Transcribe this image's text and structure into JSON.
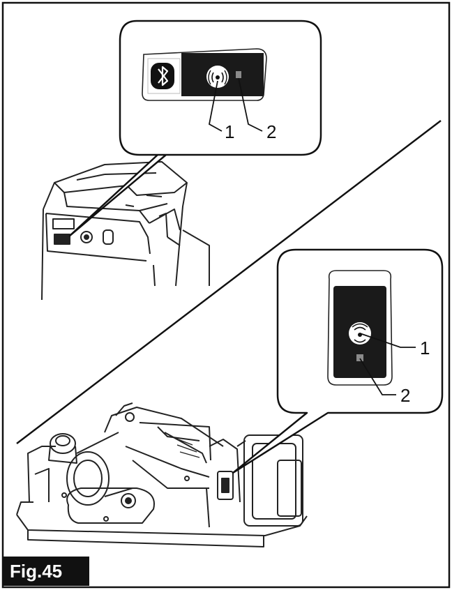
{
  "figure": {
    "label": "Fig.45",
    "top_callouts": [
      "1",
      "2"
    ],
    "bottom_callouts": [
      "1",
      "2"
    ]
  },
  "icons": [
    "bluetooth-icon",
    "wireless-activation-button-icon",
    "indicator-lamp-icon"
  ],
  "colors": {
    "ink": "#111111",
    "paper": "#ffffff",
    "panel": "#1a1a1a"
  }
}
